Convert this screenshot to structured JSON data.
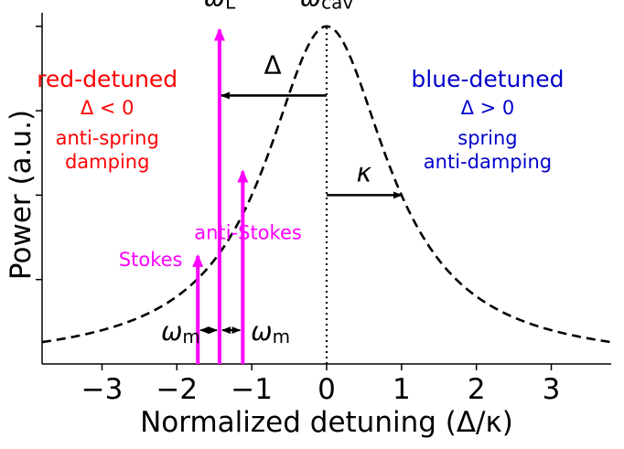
{
  "chart_data": {
    "type": "line",
    "title": "",
    "xlabel": "Normalized detuning (Δ/κ)",
    "ylabel": "Power (a.u.)",
    "xlim": [
      -3.8,
      3.8
    ],
    "ylim": [
      0,
      1.04
    ],
    "x_ticks": [
      -3,
      -2,
      -1,
      0,
      1,
      2,
      3
    ],
    "x_tick_labels": [
      "−3",
      "−2",
      "−1",
      "0",
      "1",
      "2",
      "3"
    ],
    "y_ticks": [
      0.25,
      0.5,
      0.75,
      1.0
    ],
    "grid": false,
    "legend": "none",
    "series": [
      {
        "kind": "lorentzian",
        "center": 0,
        "half_width": 1,
        "amplitude": 1,
        "style": "dashed",
        "color": "#000000"
      }
    ],
    "center_line": {
      "x": 0,
      "ymax": 1.0,
      "style": "dotted"
    },
    "spectral_lines": [
      {
        "name": "stokes",
        "x": -1.72,
        "y": 0.32,
        "color": "#ff00ff"
      },
      {
        "name": "laser",
        "x": -1.43,
        "y": 0.99,
        "color": "#ff00ff"
      },
      {
        "name": "anti-stokes",
        "x": -1.12,
        "y": 0.57,
        "color": "#ff00ff"
      }
    ],
    "annotations": {
      "omega_cav": {
        "base": "ω",
        "sub": "cav",
        "x": 0,
        "y": 1.06
      },
      "omega_l": {
        "base": "ω",
        "sub": "L",
        "x": -1.43,
        "y": 1.06
      },
      "omega_m_left": {
        "base": "ω",
        "sub": "m",
        "x": -1.95,
        "y": 0.07
      },
      "omega_m_right": {
        "base": "ω",
        "sub": "m",
        "x": -0.75,
        "y": 0.07
      },
      "delta": {
        "text": "Δ",
        "x": -0.72,
        "y": 0.86
      },
      "kappa": {
        "text": "κ",
        "x": 0.5,
        "y": 0.54
      },
      "stokes_label": {
        "text": "Stokes",
        "x": -2.35,
        "y": 0.29
      },
      "anti_stokes_label": {
        "text": "anti-Stokes",
        "x": -1.05,
        "y": 0.37
      },
      "red": {
        "color": "#ff0000",
        "lines": [
          "red-detuned",
          "Δ < 0",
          "anti-spring",
          "damping"
        ],
        "x": -2.93,
        "y": [
          0.82,
          0.74,
          0.65,
          0.58
        ]
      },
      "blue": {
        "color": "#0000cc",
        "lines": [
          "blue-detuned",
          "Δ > 0",
          "spring",
          "anti-damping"
        ],
        "x": 2.15,
        "y": [
          0.82,
          0.74,
          0.65,
          0.58
        ]
      }
    },
    "arrows": {
      "delta": {
        "from": [
          0,
          0.795
        ],
        "to": [
          -1.43,
          0.795
        ]
      },
      "kappa": {
        "from": [
          0,
          0.5
        ],
        "to": [
          1,
          0.5
        ]
      },
      "wm_left": {
        "x1": -1.72,
        "x2": -1.43,
        "y": 0.1
      },
      "wm_right": {
        "x1": -1.43,
        "x2": -1.12,
        "y": 0.1
      }
    }
  }
}
